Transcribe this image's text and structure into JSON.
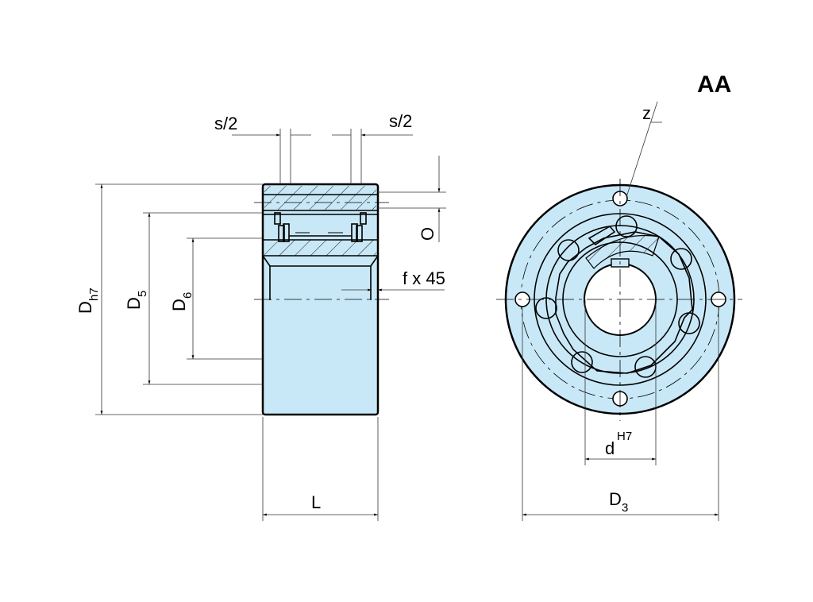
{
  "title": "AA",
  "labels": {
    "s2_left": "s/2",
    "s2_right": "s/2",
    "o": "O",
    "f45": "f x 45",
    "dh7_main": "D",
    "dh7_sub": "h7",
    "d5_main": "D",
    "d5_sub": "5",
    "d6_main": "D",
    "d6_sub": "6",
    "l": "L",
    "z": "z",
    "d_main": "d",
    "d_sup": "H7",
    "d3_main": "D",
    "d3_sub": "3"
  },
  "colors": {
    "fill": "#c9e8f7",
    "line": "#000000"
  }
}
